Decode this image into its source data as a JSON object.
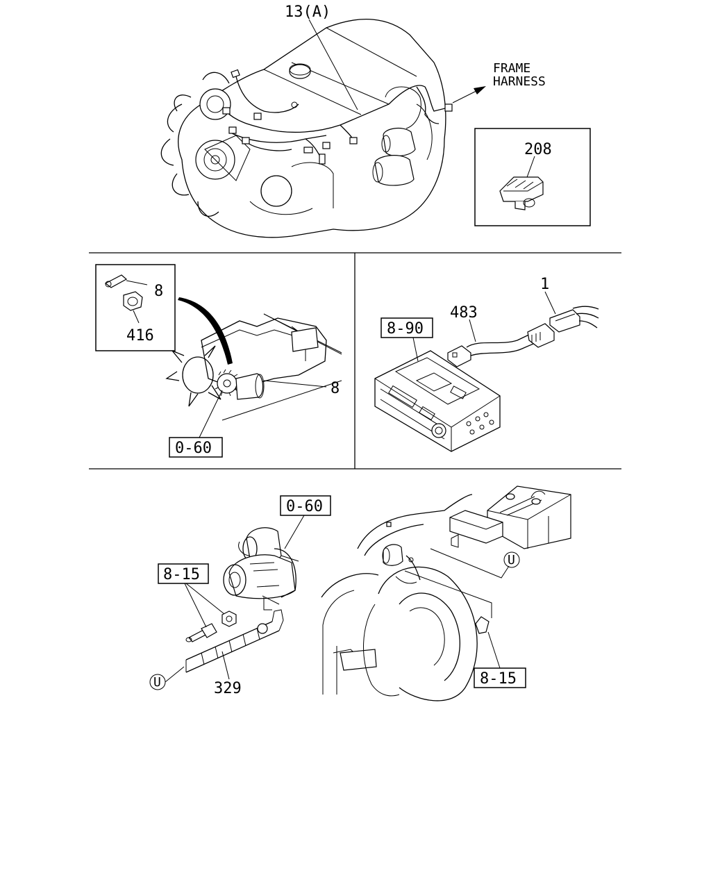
{
  "labels": {
    "ref_13a": "13(A)",
    "frame_line1": "FRAME",
    "frame_line2": "HARNESS",
    "ref_208": "208",
    "ref_8_inset": "8",
    "ref_416": "416",
    "ref_8_main": "8",
    "ref_0_60_mid": "0-60",
    "ref_1": "1",
    "ref_483": "483",
    "ref_8_90": "8-90",
    "ref_0_60_bottom": "0-60",
    "ref_8_15_left": "8-15",
    "ref_329": "329",
    "ref_u_left": "U",
    "ref_u_right": "U",
    "ref_8_15_right": "8-15"
  }
}
